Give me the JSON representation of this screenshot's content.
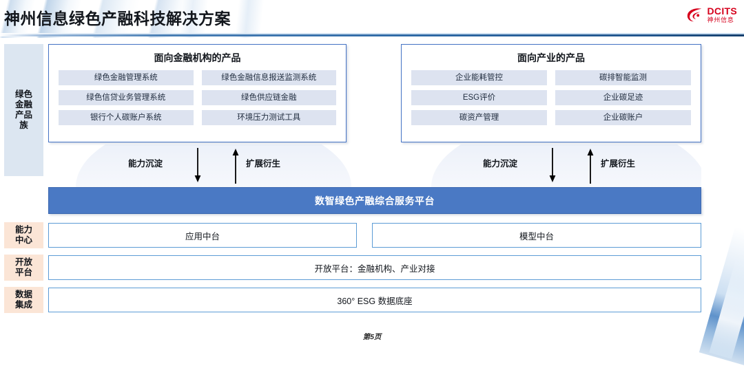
{
  "header": {
    "title": "神州信息绿色产融科技解决方案",
    "logo": {
      "name": "DCITS",
      "sub": "神州信息",
      "mark": "swoosh-icon",
      "color": "#d6001c"
    },
    "rule_color": "#2f6aa6"
  },
  "sidebar": {
    "items": [
      {
        "id": "green-finance-family",
        "label": "绿色\n金融\n产品\n族",
        "bg": "#dce6f1"
      },
      {
        "id": "capability-center",
        "label": "能力\n中心",
        "bg": "#fbe5d6"
      },
      {
        "id": "open-platform",
        "label": "开放\n平台",
        "bg": "#fbe5d6"
      },
      {
        "id": "data-integration",
        "label": "数据\n集成",
        "bg": "#fbe5d6"
      }
    ]
  },
  "panels": [
    {
      "id": "financial-institution-products",
      "title": "面向金融机构的产品",
      "items": [
        "绿色金融管理系统",
        "绿色金融信息报送监测系统",
        "绿色信贷业务管理系统",
        "绿色供应链金融",
        "银行个人碳账户系统",
        "环境压力测试工具"
      ]
    },
    {
      "id": "industry-products",
      "title": "面向产业的产品",
      "items": [
        "企业能耗管控",
        "碳排智能监测",
        "ESG评价",
        "企业碳足迹",
        "碳资产管理",
        "企业碳账户"
      ]
    }
  ],
  "flows": [
    {
      "id": "flow-left",
      "down_label": "能力沉淀",
      "up_label": "扩展衍生"
    },
    {
      "id": "flow-right",
      "down_label": "能力沉淀",
      "up_label": "扩展衍生"
    }
  ],
  "platform": {
    "label": "数智绿色产融综合服务平台",
    "color": "#4a79c4"
  },
  "rows": {
    "app_middle_platform": "应用中台",
    "model_middle_platform": "模型中台",
    "open_platform": "开放平台：金融机构、产业对接",
    "data_foundation": "360° ESG 数据底座"
  },
  "footer": {
    "page": "第5页"
  }
}
